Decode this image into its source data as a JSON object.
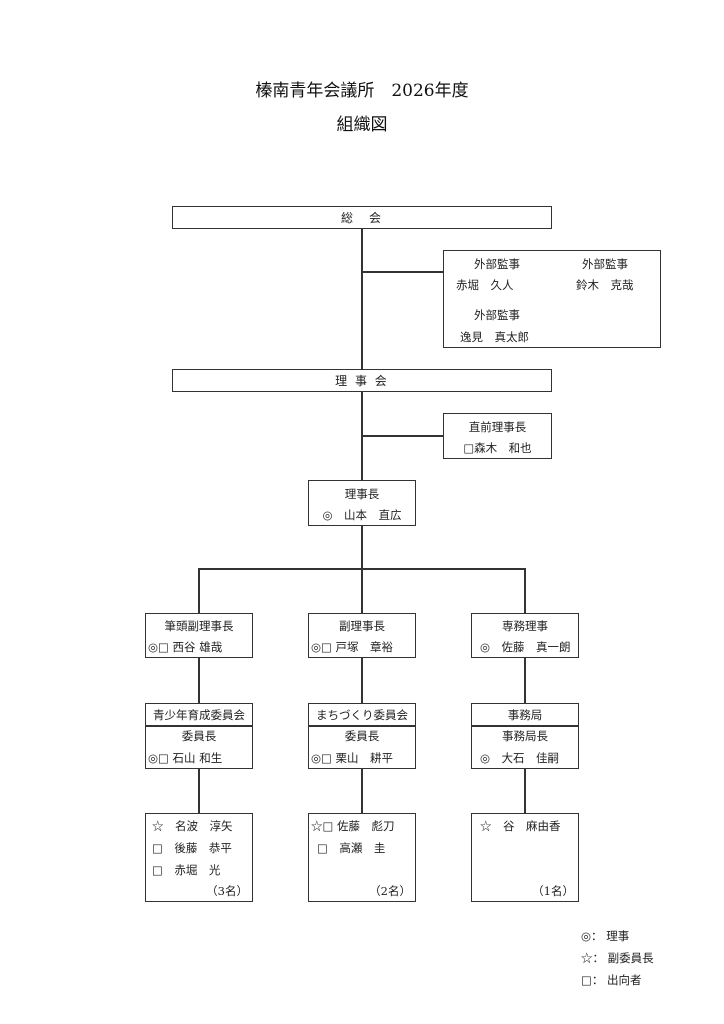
{
  "header": {
    "title": "榛南青年会議所　2026年度",
    "subtitle": "組織図"
  },
  "general_assembly": {
    "label": "総　会"
  },
  "auditors": [
    {
      "role": "外部監事",
      "name": "赤堀　久人"
    },
    {
      "role": "外部監事",
      "name": "鈴木　克哉"
    },
    {
      "role": "外部監事",
      "name": "逸見　真太郎"
    }
  ],
  "board": {
    "label": "理 事 会"
  },
  "past_president": {
    "role": "直前理事長",
    "name": "□森木　和也"
  },
  "president": {
    "role": "理事長",
    "name": "◎　山本　直広"
  },
  "vice_row": [
    {
      "role": "筆頭副理事長",
      "name": "◎□ 西谷 雄哉"
    },
    {
      "role": "副理事長",
      "name": "◎□ 戸塚　章裕"
    },
    {
      "role": "専務理事",
      "name": "◎　佐藤　真一朗"
    }
  ],
  "committees": [
    {
      "name": "青少年育成委員会",
      "role": "委員長",
      "chair": "◎□ 石山 和生",
      "members": [
        "☆　名波　淳矢",
        "□　後藤　恭平",
        "□　赤堀　光"
      ],
      "count": "（3名）"
    },
    {
      "name": "まちづくり委員会",
      "role": "委員長",
      "chair": "◎□ 栗山　耕平",
      "members": [
        "☆□ 佐藤　彪刀",
        "□　高瀬　圭"
      ],
      "count": "（2名）"
    },
    {
      "name": "事務局",
      "role": "事務局長",
      "chair": "◎　大石　佳嗣",
      "members": [
        "☆　谷　麻由香"
      ],
      "count": "（1名）"
    }
  ],
  "legend": [
    {
      "symbol": "◎：",
      "meaning": "理事"
    },
    {
      "symbol": "☆：",
      "meaning": "副委員長"
    },
    {
      "symbol": "□：",
      "meaning": "出向者"
    }
  ]
}
